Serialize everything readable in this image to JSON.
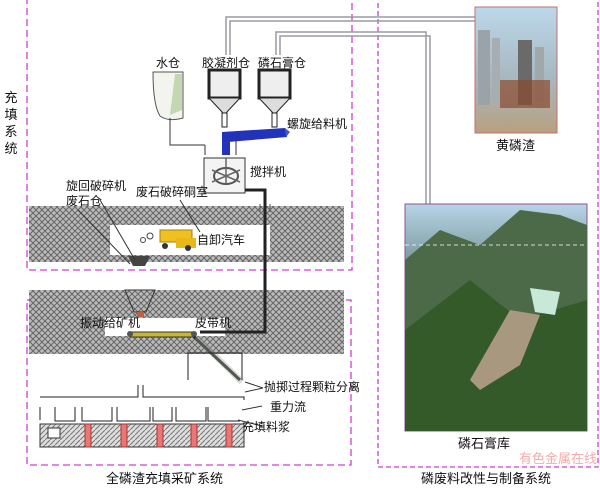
{
  "colors": {
    "frame": "#d040d0",
    "pipe": "#9a9aa4",
    "screw": "#2030c0",
    "slurry": "#e87878"
  },
  "left_system": {
    "side_label": "充填系统",
    "title": "全磷渣充填采矿系统",
    "labels": {
      "water_tank": "水仓",
      "binder_silo": "胶凝剂仓",
      "gypsum_silo": "磷石膏仓",
      "screw_feeder": "螺旋给料机",
      "mixer": "搅拌机",
      "gyratory_crusher": "旋回破碎机",
      "waste_rock_bin": "废石仓",
      "crushing_chamber": "废石破碎硐室",
      "dump_truck": "自卸汽车",
      "vibrating_feeder": "振动给矿机",
      "belt_conveyor": "皮带机",
      "particle_separation": "抛掷过程颗粒分离",
      "gravity_flow": "重力流",
      "fill_slurry": "充填料浆"
    }
  },
  "right_system": {
    "title": "磷废料改性与制备系统",
    "yellow_phosphorus_slag": "黄磷渣",
    "phosphogypsum_storage": "磷石膏库"
  },
  "watermark": "有色金属在线"
}
